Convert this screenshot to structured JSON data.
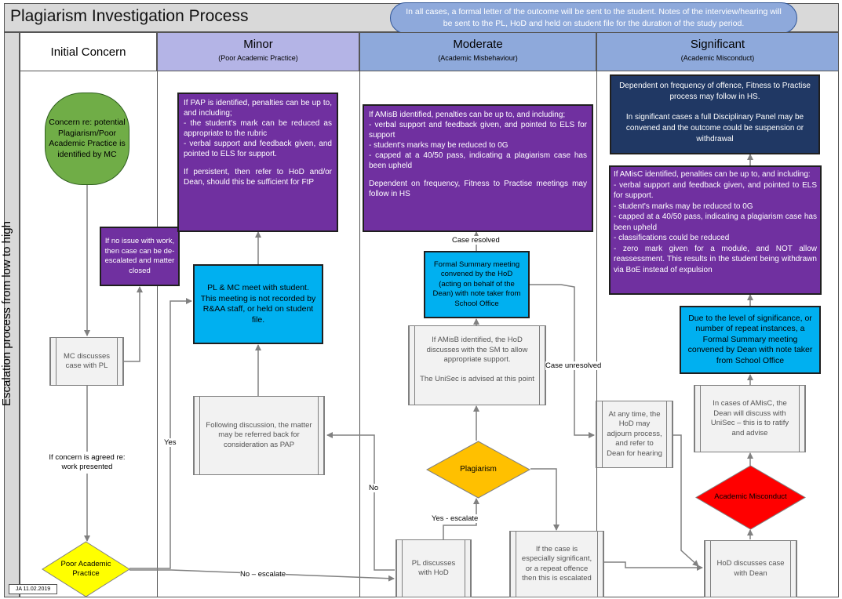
{
  "title": "Plagiarism Investigation Process",
  "notice": "In all cases, a formal letter of the outcome will be sent to the student. Notes of the interview/hearing will be sent to the PL, HoD and held on student file for the duration of the study period.",
  "side_label": "Escalation process from low to high",
  "columns": [
    {
      "title": "Initial Concern",
      "subtitle": ""
    },
    {
      "title": "Minor",
      "subtitle": "(Poor Academic Practice)"
    },
    {
      "title": "Moderate",
      "subtitle": "(Academic Misbehaviour)"
    },
    {
      "title": "Significant",
      "subtitle": "(Academic Misconduct)"
    }
  ],
  "colors": {
    "header_blue": "#8ea9db",
    "purple": "#7030a0",
    "cyan": "#00b0f0",
    "navy": "#203864",
    "yellow": "#ffff00",
    "red": "#ff0000",
    "green": "#70ad47"
  },
  "nodes": {
    "concern": "Concern re: potential Plagiarism/Poor Academic Practice is identified by MC",
    "mc_discusses": "MC discusses case with PL",
    "no_issue": "If no issue with work, then case can be de-escalated and matter closed",
    "concern_agreed": "If concern is agreed re: work presented",
    "poor_practice": "Poor Academic Practice",
    "pap_penalties": [
      "If PAP is identified, penalties can be up to, and including;",
      "- the student's mark can be reduced as appropriate to the rubric",
      "- verbal support and feedback given, and pointed to ELS for support.",
      "If persistent, then refer to HoD and/or Dean, should this be sufficient for FtP"
    ],
    "pl_mc_meet": "PL & MC meet with student. This meeting is not recorded by R&AA staff, or held on student file.",
    "following_discussion": "Following discussion, the matter may be referred back for consideration as PAP",
    "amisb_penalties": [
      "If AMisB identified, penalties can be up to, and including;",
      "- verbal support and feedback given, and pointed to ELS for support",
      "- student's marks may be reduced to 0G",
      "- capped at a 40/50 pass, indicating a plagiarism case has been upheld",
      "Dependent on frequency, Fitness to Practise meetings may follow in HS"
    ],
    "formal_summary_hod": "Formal Summary meeting convened by the HoD (acting on behalf of the Dean) with note taker from School Office",
    "amisb_hod": "If AMisB identified, the HoD discusses with the SM to allow appropriate support.",
    "unisec_advised": "The UniSec is advised at this point",
    "plagiarism": "Plagiarism",
    "pl_discusses": "PL discusses with HoD",
    "especially_significant": "If the case is especially significant, or a repeat offence then this is escalated",
    "dependent_frequency": [
      "Dependent on frequency of offence, Fitness to Practise process may follow in HS.",
      "In significant cases a full Disciplinary Panel may be convened and the outcome could be suspension or withdrawal"
    ],
    "amisc_penalties": [
      "If AMisC identified, penalties can be up to, and including:",
      "- verbal support and feedback given, and pointed to ELS for support.",
      "- student's marks may be reduced to 0G",
      "- capped at a 40/50 pass, indicating a plagiarism case has been upheld",
      "- classifications could be reduced",
      "- zero mark given for a module, and NOT allow reassessment. This results in the student being withdrawn via BoE instead of expulsion"
    ],
    "due_to_level": "Due to the level of significance, or number of repeat instances, a Formal Summary meeting convened by Dean with note taker from School Office",
    "amisc_dean": "In cases of AMisC, the Dean will discuss with UniSec – this is to ratify and advise",
    "any_time": "At any time, the HoD may adjourn process, and refer to Dean for hearing",
    "academic_misconduct": "Academic Misconduct",
    "hod_dean": "HoD discusses case with Dean"
  },
  "edge_labels": {
    "yes": "Yes",
    "no": "No",
    "no_escalate": "No – escalate",
    "yes_escalate": "Yes - escalate",
    "case_resolved": "Case resolved",
    "case_unresolved": "Case unresolved"
  },
  "footer": "JA 11.02.2019"
}
